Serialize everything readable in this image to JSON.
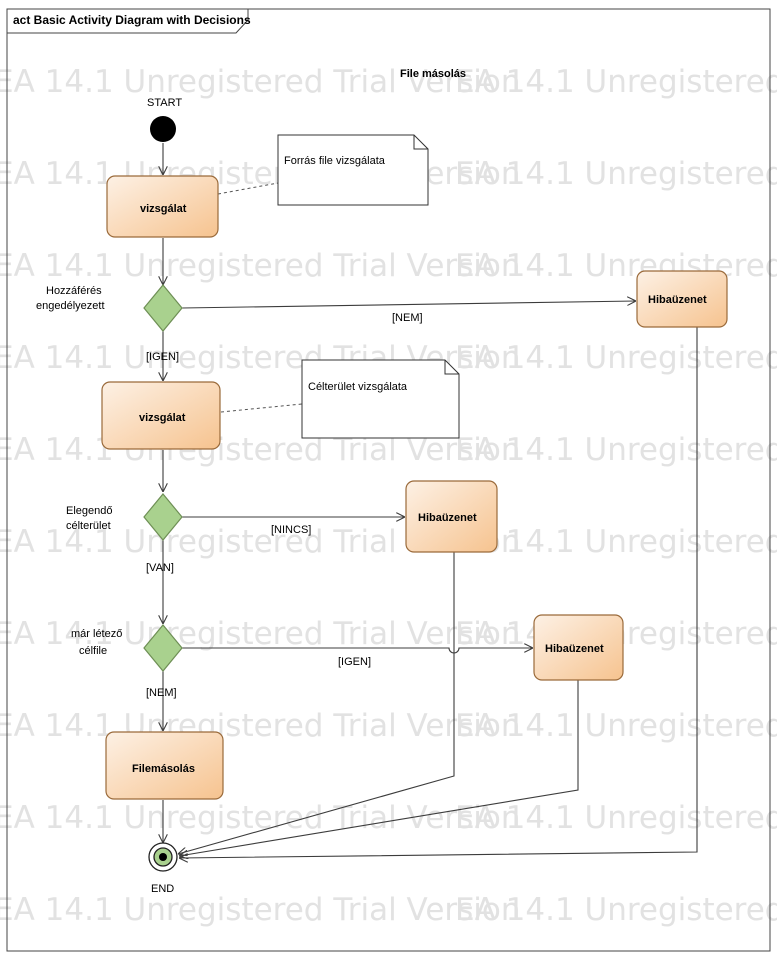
{
  "frame": {
    "title": "act Basic Activity Diagram with Decisions"
  },
  "diagram": {
    "title": "File másolás"
  },
  "watermark": {
    "text": "EA 14.1 Unregistered Trial Version"
  },
  "nodes": {
    "start": {
      "label": "START"
    },
    "end": {
      "label": "END"
    },
    "action1": {
      "label": "vizsgálat"
    },
    "action2": {
      "label": "vizsgálat"
    },
    "action3": {
      "label": "Filemásolás"
    },
    "error1": {
      "label": "Hibaüzenet"
    },
    "error2": {
      "label": "Hibaüzenet"
    },
    "error3": {
      "label": "Hibaüzenet"
    },
    "note1": {
      "text": "Forrás file vizsgálata"
    },
    "note2": {
      "text": "Célterület vizsgálata"
    },
    "decision1": {
      "line1": "Hozzáférés",
      "line2": "engedélyezett"
    },
    "decision2": {
      "line1": "Elegendő",
      "line2": "célterület"
    },
    "decision3": {
      "line1": "már létező",
      "line2": "célfile"
    }
  },
  "guards": {
    "nem1": "[NEM]",
    "igen1": "[IGEN]",
    "nincs": "[NINCS]",
    "van": "[VAN]",
    "igen2": "[IGEN]",
    "nem2": "[NEM]"
  },
  "colors": {
    "action_top": "#fdf1e5",
    "action_bottom": "#f6c89f",
    "action_border": "#9a6a3a",
    "decision_fill": "#a9d18e",
    "decision_border": "#6e8f55",
    "end_fill": "#a9d18e"
  }
}
